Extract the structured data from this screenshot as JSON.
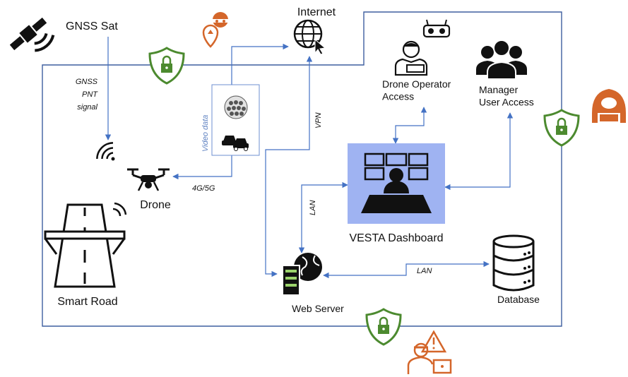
{
  "nodes": {
    "gnss": "GNSS Sat",
    "internet": "Internet",
    "drone_operator": "Drone Operator\nAccess",
    "manager": "Manager\nUser Access",
    "drone": "Drone",
    "smart_road": "Smart Road",
    "dashboard": "VESTA Dashboard",
    "web_server": "Web Server",
    "database": "Database"
  },
  "edge_labels": {
    "gnss_signal": [
      "GNSS",
      "PNT",
      "signal"
    ],
    "video_data": "Video data",
    "vpn": "VPN",
    "cellular": "4G/5G",
    "lan_vertical": "LAN",
    "lan_database": "LAN"
  },
  "colors": {
    "connector": "#4472c4",
    "frame": "#3f5f9f",
    "shield": "#4c8a2f",
    "threat": "#d4662a",
    "dashboard_bg": "#9fb3f2"
  },
  "icons": [
    "satellite-icon",
    "hacker-location-icon",
    "globe-cursor-icon",
    "lock-shield-icon",
    "operator-icon",
    "controller-icon",
    "manager-group-icon",
    "hooded-hacker-icon",
    "drone-icon",
    "wifi-icon",
    "road-icon",
    "dashboard-icon",
    "web-server-icon",
    "database-icon",
    "attacker-warning-icon"
  ]
}
